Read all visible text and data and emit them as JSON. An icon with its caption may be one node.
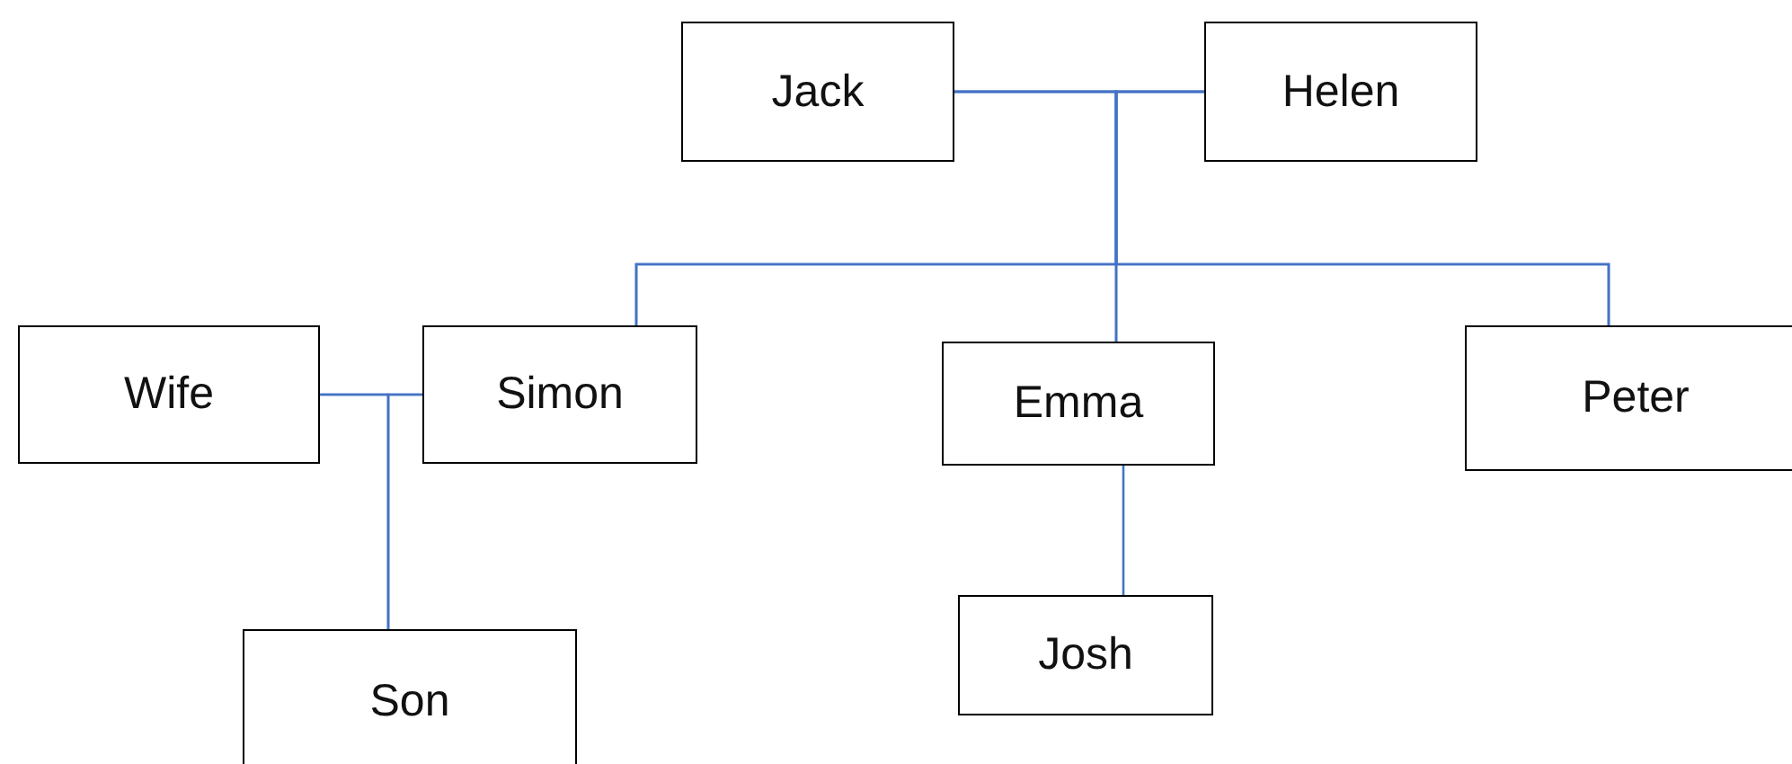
{
  "diagram": {
    "nodes": [
      {
        "text": [
          "Jack"
        ]
      },
      {
        "text": [
          "Helen"
        ]
      },
      {
        "text": [
          "Wife"
        ]
      },
      {
        "text": [
          "Simon"
        ]
      },
      {
        "text": [
          "Emma"
        ]
      },
      {
        "text": [
          "Peter"
        ]
      },
      {
        "text": [
          "Josh"
        ]
      },
      {
        "text": [
          "Son"
        ]
      }
    ],
    "edges": [
      {
        "from": 0,
        "to": 1,
        "arrow": "none"
      },
      {
        "from": 0,
        "to": 3,
        "arrow": "none"
      },
      {
        "from": 1,
        "to": 3,
        "arrow": "none"
      },
      {
        "from": 0,
        "to": 4,
        "arrow": "none"
      },
      {
        "from": 1,
        "to": 4,
        "arrow": "none"
      },
      {
        "from": 0,
        "to": 5,
        "arrow": "none"
      },
      {
        "from": 1,
        "to": 5,
        "arrow": "none"
      },
      {
        "from": 2,
        "to": 3,
        "arrow": "none"
      },
      {
        "from": 2,
        "to": 7,
        "arrow": "none"
      },
      {
        "from": 3,
        "to": 7,
        "arrow": "none"
      },
      {
        "from": 4,
        "to": 6,
        "arrow": "none"
      }
    ]
  }
}
